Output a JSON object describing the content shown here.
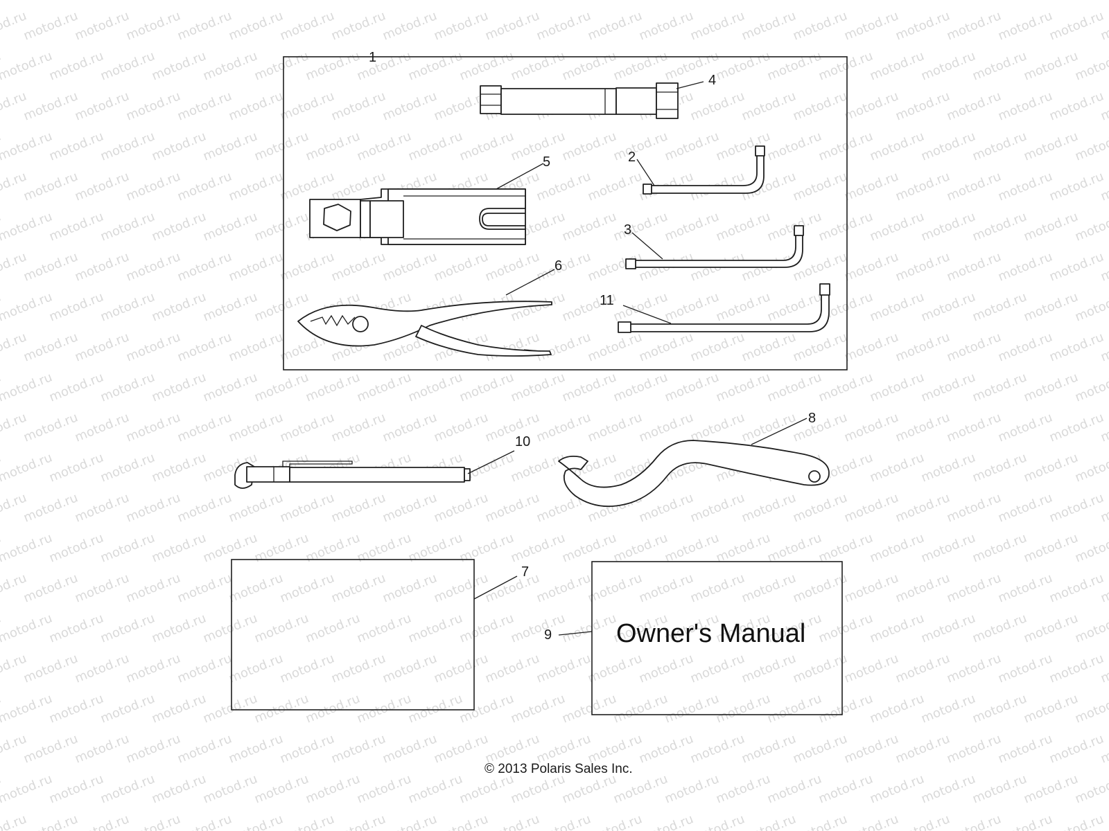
{
  "watermark": "motod.ru",
  "callouts": {
    "c1": "1",
    "c2": "2",
    "c3": "3",
    "c4": "4",
    "c5": "5",
    "c6": "6",
    "c7": "7",
    "c8": "8",
    "c9": "9",
    "c10": "10",
    "c11": "11"
  },
  "manual_label": "Owner's Manual",
  "copyright": "© 2013 Polaris Sales Inc."
}
